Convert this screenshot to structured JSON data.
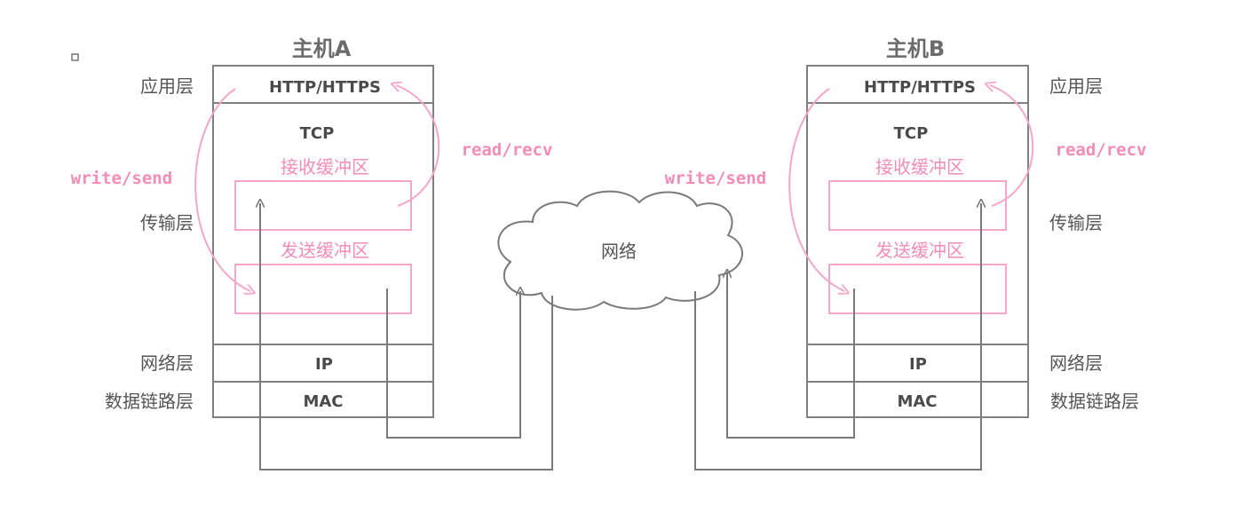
{
  "host_a": {
    "title": "主机A",
    "app_layer_label": "应用层",
    "transport_layer_label": "传输层",
    "network_layer_label": "网络层",
    "datalink_layer_label": "数据链路层",
    "app_protocol": "HTTP/HTTPS",
    "transport_protocol": "TCP",
    "network_protocol": "IP",
    "datalink_protocol": "MAC",
    "recv_buffer_label": "接收缓冲区",
    "send_buffer_label": "发送缓冲区",
    "write_api": "write/send",
    "read_api": "read/recv"
  },
  "host_b": {
    "title": "主机B",
    "app_layer_label": "应用层",
    "transport_layer_label": "传输层",
    "network_layer_label": "网络层",
    "datalink_layer_label": "数据链路层",
    "app_protocol": "HTTP/HTTPS",
    "transport_protocol": "TCP",
    "network_protocol": "IP",
    "datalink_protocol": "MAC",
    "recv_buffer_label": "接收缓冲区",
    "send_buffer_label": "发送缓冲区",
    "write_api": "write/send",
    "read_api": "read/recv"
  },
  "network": {
    "label": "网络"
  },
  "colors": {
    "pink": "#f4a6c8",
    "gray": "#7a7a7a"
  }
}
